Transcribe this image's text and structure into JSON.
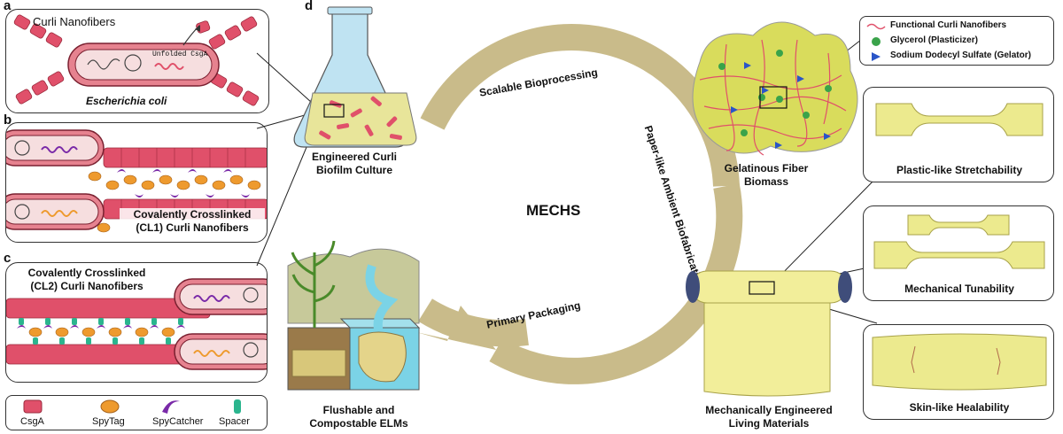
{
  "panel_labels": {
    "a": "a",
    "b": "b",
    "c": "c",
    "d": "d"
  },
  "panel_a": {
    "nanofiber_label": "Curli Nanofibers",
    "unfolded_label": "Unfolded CsgA",
    "organism": "Escherichia coli"
  },
  "panel_b": {
    "caption_line1": "Covalently Crosslinked",
    "caption_line2": "(CL1) Curli Nanofibers"
  },
  "panel_c": {
    "caption_line1": "Covalently Crosslinked",
    "caption_line2": "(CL2) Curli Nanofibers"
  },
  "legend_bottom": {
    "items": [
      "CsgA",
      "SpyTag",
      "SpyCatcher",
      "Spacer"
    ]
  },
  "colors": {
    "csga": "#e0506a",
    "spytag": "#ee9a2e",
    "spycatcher": "#7a2aa8",
    "spacer": "#2bb58e",
    "arrow": "#c9bb8a",
    "film": "#f2ee9a"
  },
  "cycle": {
    "center": "MECHS",
    "top_arrow": "Scalable Bioprocessing",
    "right_arrow": "Paper-like Ambient Biofabrication",
    "bottom_arrow": "Primary Packaging"
  },
  "stages": {
    "culture_line1": "Engineered Curli",
    "culture_line2": "Biofilm Culture",
    "biomass_line1": "Gelatinous Fiber",
    "biomass_line2": "Biomass",
    "elm_line1": "Mechanically Engineered",
    "elm_line2": "Living Materials",
    "flush_line1": "Flushable and",
    "flush_line2": "Compostable ELMs"
  },
  "legend_right": {
    "items": [
      "Functional Curli Nanofibers",
      "Glycerol (Plasticizer)",
      "Sodium Dodecyl Sulfate (Gelator)"
    ]
  },
  "properties": [
    "Plastic-like Stretchability",
    "Mechanical Tunability",
    "Skin-like Healability"
  ]
}
